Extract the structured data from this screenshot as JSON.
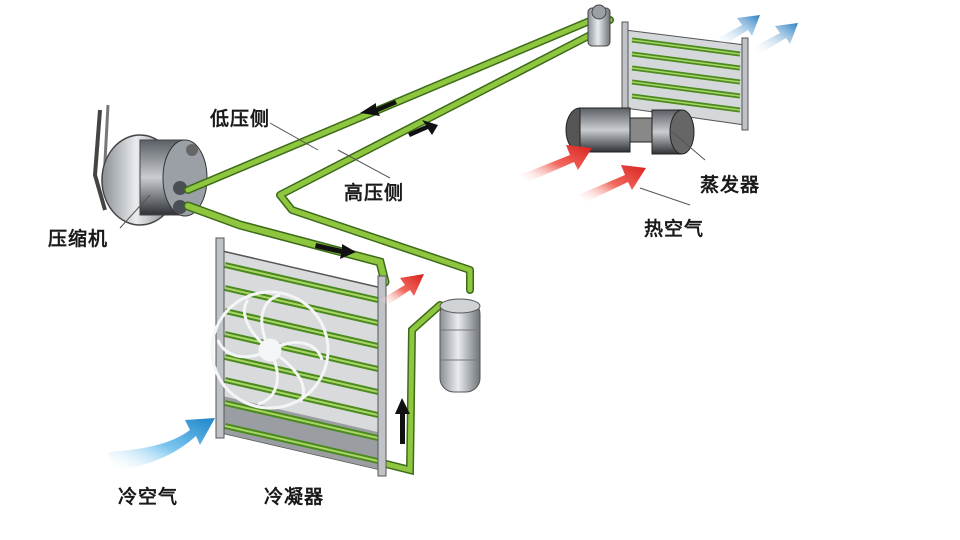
{
  "labels": {
    "compressor": "压缩机",
    "low_side": "低压侧",
    "high_side": "高压侧",
    "evaporator": "蒸发器",
    "hot_air": "热空气",
    "cold_air": "冷空气",
    "condenser": "冷凝器"
  },
  "colors": {
    "pipe": "#7fb231",
    "pipe_dark": "#3d6b1a",
    "pipe_light": "#c7e58a",
    "hot_arrow": "#e8312c",
    "cold_arrow": "#3b9ed8",
    "flow_arrow": "#111111"
  }
}
